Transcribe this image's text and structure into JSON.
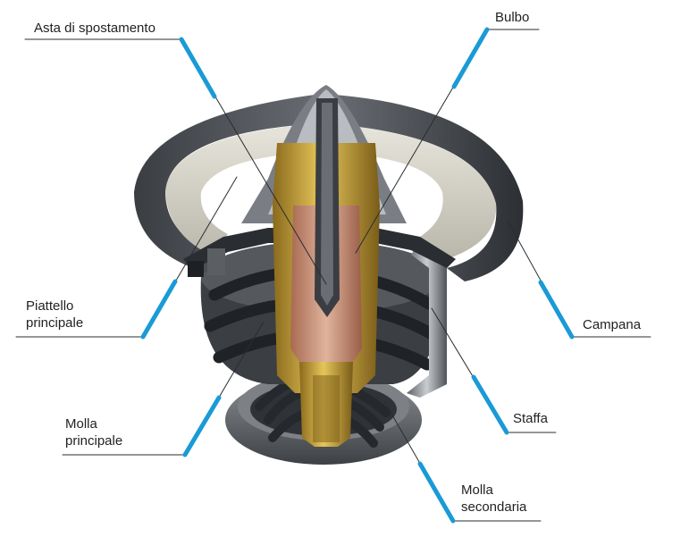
{
  "colors": {
    "leader": "#1a9ad6",
    "text": "#222222",
    "housing": "#4a4d52",
    "brass": "#c9a43a",
    "copper": "#c98a6a",
    "spring": "#2f3236"
  },
  "labels": {
    "asta": "Asta di spostamento",
    "bulbo": "Bulbo",
    "piattello_1": "Piattello",
    "piattello_2": "principale",
    "campana": "Campana",
    "staffa": "Staffa",
    "molla_p_1": "Molla",
    "molla_p_2": "principale",
    "molla_s_1": "Molla",
    "molla_s_2": "secondaria"
  }
}
